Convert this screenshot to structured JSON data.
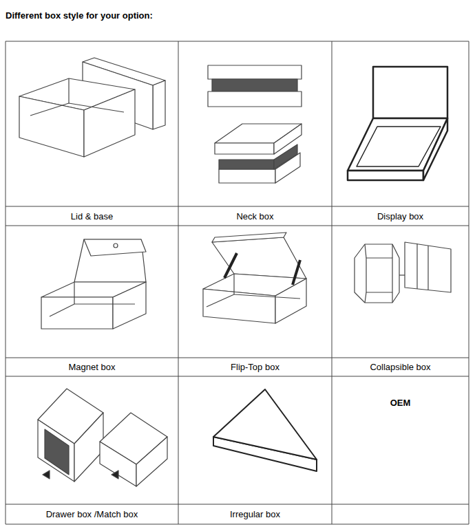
{
  "diagram": {
    "title": "Different box style for your option:",
    "labels": [
      "Lid & base",
      "Neck box",
      "Display box",
      "Magnet box",
      "Flip-Top box",
      "Collapsible box",
      "Drawer box /Match box",
      "Irregular box",
      "OEM"
    ]
  }
}
